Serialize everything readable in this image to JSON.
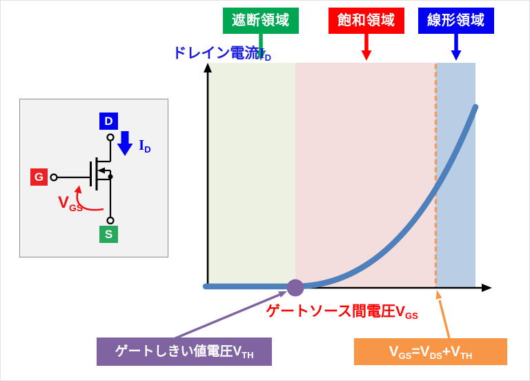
{
  "regions": {
    "cutoff": {
      "label": "遮断領域"
    },
    "saturation": {
      "label": "飽和領域"
    },
    "linear": {
      "label": "線形領域"
    }
  },
  "axes": {
    "y": {
      "main": "ドレイン電流",
      "symbol": "I",
      "sub": "D"
    },
    "x": {
      "main": "ゲートソース間電圧",
      "symbol": "V",
      "sub": "GS"
    }
  },
  "annotations": {
    "threshold": {
      "main": "ゲートしきい値電圧",
      "symbol": "V",
      "sub": "TH"
    },
    "equation": {
      "p1": "V",
      "s1": "GS",
      "p2": "=V",
      "s2": "DS",
      "p3": "+V",
      "s3": "TH"
    }
  },
  "inset": {
    "terminals": {
      "drain": "D",
      "gate": "G",
      "source": "S"
    },
    "drain_current": {
      "symbol": "I",
      "sub": "D"
    },
    "gate_voltage": {
      "symbol": "V",
      "sub": "GS"
    }
  },
  "colors": {
    "curve": "#4E81BC",
    "cutoff-fill": "#ECF1E1",
    "saturation-fill": "#F4DEDD",
    "linear-fill": "#B9CDE4",
    "cutoff-accent": "#00A651",
    "saturation-accent": "#FE0000",
    "linear-accent": "#0202F0",
    "threshold-accent": "#8064A2",
    "equation-accent": "#F79646",
    "dashed-line": "#EC9C5E",
    "axis": "#000000",
    "y-label-text": "#1A1AE0",
    "x-label-text": "#FE0000",
    "inset-bg": "#F2F2F2",
    "inset-border": "#8C8C8C",
    "terminal-d": "#0202F0",
    "terminal-g": "#ED2024",
    "terminal-s": "#27A85C",
    "id-arrow": "#0202F0",
    "vgs-text": "#EE1111"
  }
}
